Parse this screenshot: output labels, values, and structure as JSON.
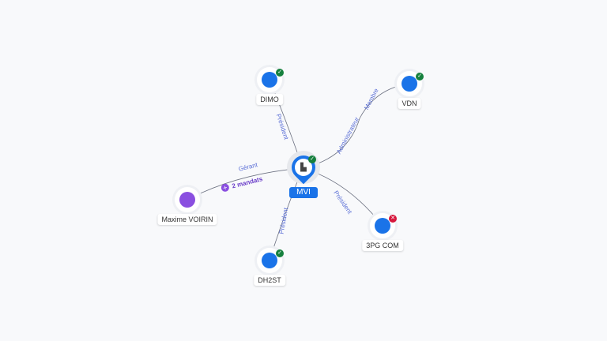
{
  "center": {
    "name": "MVI",
    "status": "active"
  },
  "nodes": [
    {
      "id": "dimo",
      "name": "DIMO",
      "status": "active",
      "relation": "Président"
    },
    {
      "id": "vdn",
      "name": "VDN",
      "status": "active",
      "relation": "Membre",
      "relation2": "Administrateur"
    },
    {
      "id": "maxime",
      "name": "Maxime VOIRIN",
      "type": "person",
      "relation": "Gérant",
      "mandats": "2 mandats"
    },
    {
      "id": "dh2st",
      "name": "DH2ST",
      "status": "active",
      "relation": "Président"
    },
    {
      "id": "3pg",
      "name": "3PG COM",
      "status": "closed",
      "relation": "Président"
    }
  ],
  "colors": {
    "brand": "#1a73e8",
    "person": "#8a4fe0",
    "active": "#15803d",
    "closed": "#d6173c"
  }
}
